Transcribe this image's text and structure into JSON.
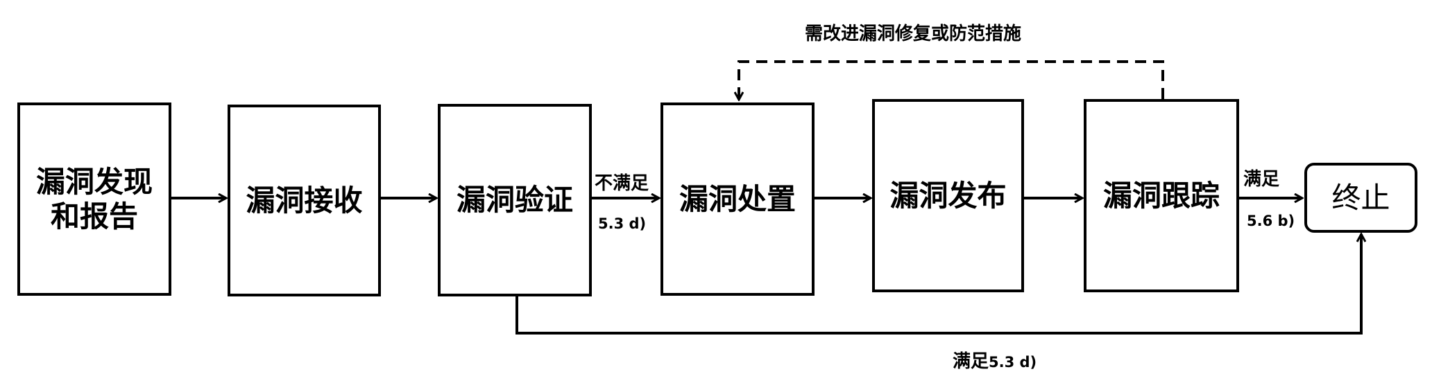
{
  "boxes": [
    {
      "id": "discover",
      "label": "漏洞发现\n和报告"
    },
    {
      "id": "receive",
      "label": "漏洞接收"
    },
    {
      "id": "verify",
      "label": "漏洞验证"
    },
    {
      "id": "dispose",
      "label": "漏洞处置"
    },
    {
      "id": "publish",
      "label": "漏洞发布"
    },
    {
      "id": "track",
      "label": "漏洞跟踪"
    },
    {
      "id": "end",
      "label": "终止"
    }
  ],
  "edges": {
    "feedback_label": "需改进漏洞修复或防范措施",
    "verify_fail": {
      "label": "不满足",
      "clause": "5.3 d)"
    },
    "track_ok": {
      "label": "满足",
      "clause": "5.6 b)"
    },
    "verify_ok": {
      "label": "满足",
      "clause": "5.3 d)"
    }
  }
}
